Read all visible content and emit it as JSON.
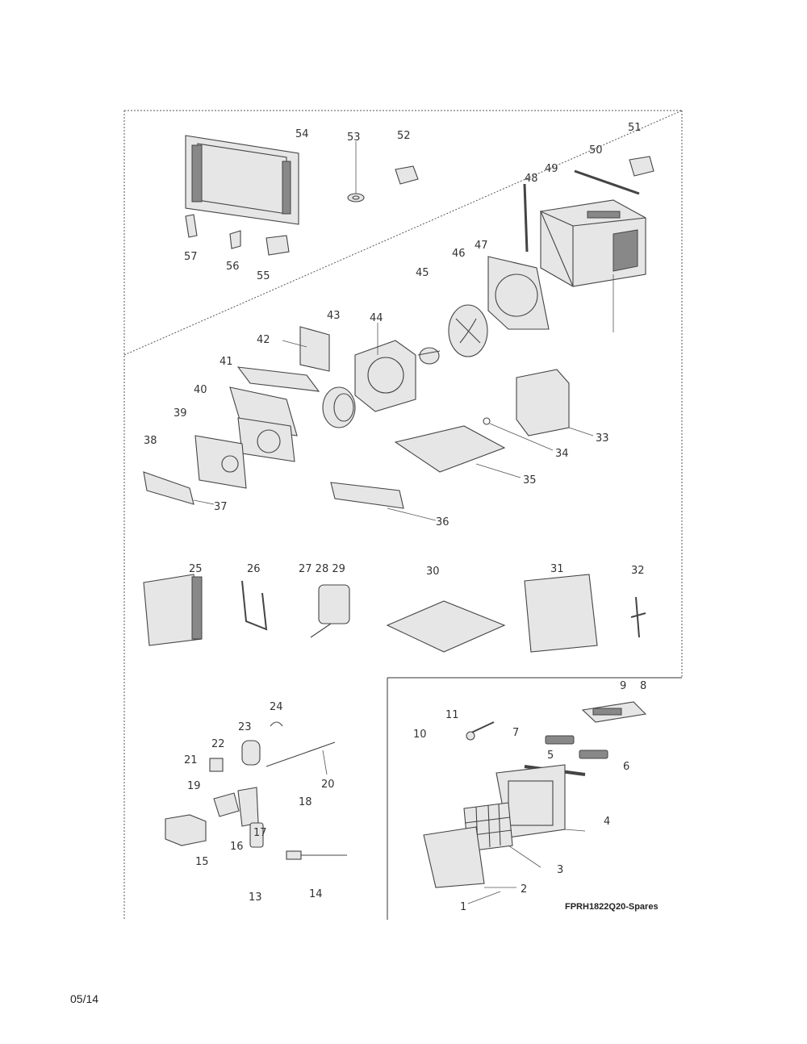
{
  "document": {
    "date": "05/14",
    "code": "FPRH1822Q20-Spares"
  },
  "labels": {
    "p1": "1",
    "p2": "2",
    "p3": "3",
    "p4": "4",
    "p5": "5",
    "p6": "6",
    "p7": "7",
    "p8": "8",
    "p9": "9",
    "p10": "10",
    "p11": "11",
    "p13": "13",
    "p14": "14",
    "p15": "15",
    "p16": "16",
    "p17": "17",
    "p18": "18",
    "p19": "19",
    "p20": "20",
    "p21": "21",
    "p22": "22",
    "p23": "23",
    "p24": "24",
    "p25": "25",
    "p26": "26",
    "p272829": "27 28 29",
    "p30": "30",
    "p31": "31",
    "p32": "32",
    "p33": "33",
    "p34": "34",
    "p35": "35",
    "p36": "36",
    "p37": "37",
    "p38": "38",
    "p39": "39",
    "p40": "40",
    "p41": "41",
    "p42": "42",
    "p43": "43",
    "p44": "44",
    "p45": "45",
    "p46": "46",
    "p47": "47",
    "p48": "48",
    "p49": "49",
    "p50": "50",
    "p51": "51",
    "p52": "52",
    "p53": "53",
    "p54": "54",
    "p55": "55",
    "p56": "56",
    "p57": "57"
  }
}
